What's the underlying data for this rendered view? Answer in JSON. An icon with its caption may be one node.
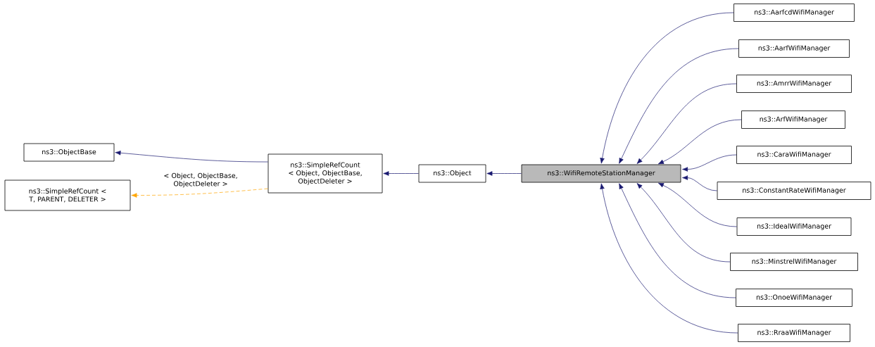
{
  "diagram": {
    "nodes": [
      {
        "text": [
          "ns3::ObjectBase"
        ]
      },
      {
        "text": [
          "ns3::SimpleRefCount < T, PARENT, DELETER >"
        ]
      },
      {
        "text": [
          "ns3::SimpleRefCount < Object, ObjectBase, ObjectDeleter >"
        ]
      },
      {
        "text": [
          "ns3::Object"
        ]
      },
      {
        "text": [
          "ns3::WifiRemoteStationManager"
        ]
      },
      {
        "text": [
          "ns3::AarfcdWifiManager"
        ]
      },
      {
        "text": [
          "ns3::AarfWifiManager"
        ]
      },
      {
        "text": [
          "ns3::AmrrWifiManager"
        ]
      },
      {
        "text": [
          "ns3::ArfWifiManager"
        ]
      },
      {
        "text": [
          "ns3::CaraWifiManager"
        ]
      },
      {
        "text": [
          "ns3::ConstantRateWifiManager"
        ]
      },
      {
        "text": [
          "ns3::IdealWifiManager"
        ]
      },
      {
        "text": [
          "ns3::MinstrelWifiManager"
        ]
      },
      {
        "text": [
          "ns3::OnoeWifiManager"
        ]
      },
      {
        "text": [
          "ns3::RraaWifiManager"
        ]
      }
    ],
    "edges": [
      {
        "from": 2,
        "to": 0,
        "arrow": "to"
      },
      {
        "from": 2,
        "to": 1,
        "arrow": "to",
        "label": "< Object, ObjectBase, ObjectDeleter >",
        "style": "dashed",
        "color": "#ffa500"
      },
      {
        "from": 3,
        "to": 2,
        "arrow": "to"
      },
      {
        "from": 4,
        "to": 3,
        "arrow": "to"
      },
      {
        "from": 5,
        "to": 4,
        "arrow": "to"
      },
      {
        "from": 6,
        "to": 4,
        "arrow": "to"
      },
      {
        "from": 7,
        "to": 4,
        "arrow": "to"
      },
      {
        "from": 8,
        "to": 4,
        "arrow": "to"
      },
      {
        "from": 9,
        "to": 4,
        "arrow": "to"
      },
      {
        "from": 10,
        "to": 4,
        "arrow": "to"
      },
      {
        "from": 11,
        "to": 4,
        "arrow": "to"
      },
      {
        "from": 12,
        "to": 4,
        "arrow": "to"
      },
      {
        "from": 13,
        "to": 4,
        "arrow": "to"
      },
      {
        "from": 14,
        "to": 4,
        "arrow": "to"
      }
    ]
  }
}
